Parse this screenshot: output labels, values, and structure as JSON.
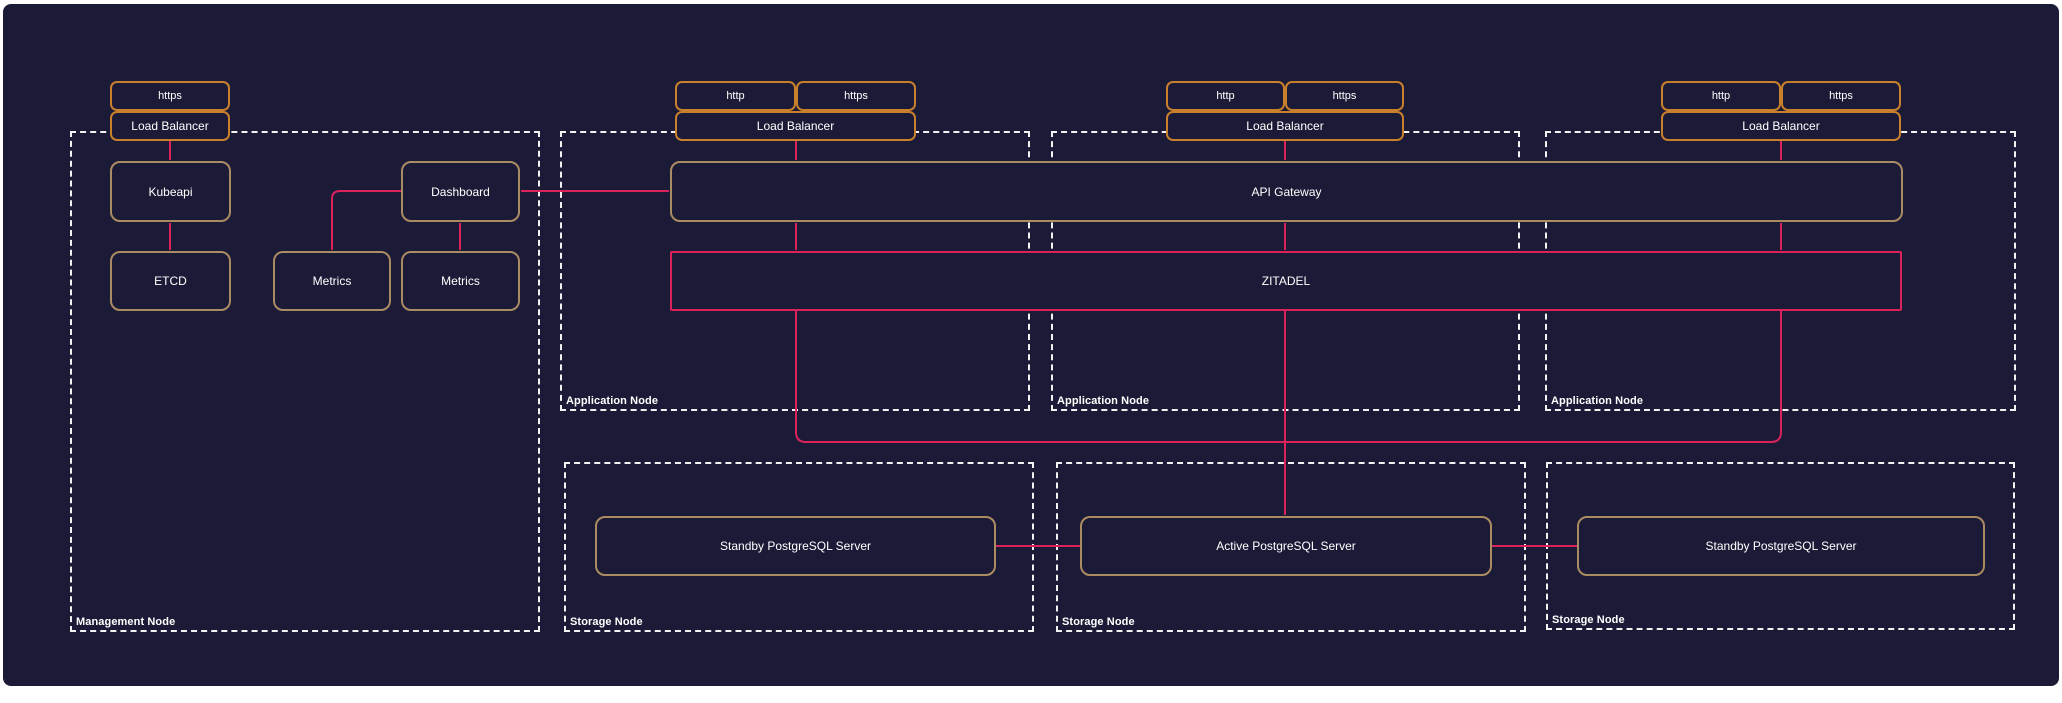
{
  "colors": {
    "background": "#1c1b37",
    "frame": "#ffffff",
    "lb_border_orange": "#c8802d",
    "component_border_tan": "#ab8b62",
    "zitadel_border_pink": "#d9235a",
    "wire_pink": "#d9235a",
    "node_dash_white": "#f2f2f2",
    "text_white": "#ffffff"
  },
  "management": {
    "label": "Management Node",
    "load_balancer": {
      "https": "https",
      "label": "Load Balancer"
    },
    "kubeapi": "Kubeapi",
    "etcd": "ETCD",
    "metrics_left": "Metrics",
    "metrics_right": "Metrics",
    "dashboard": "Dashboard"
  },
  "application_nodes": [
    {
      "label": "Application Node",
      "lb": {
        "http": "http",
        "https": "https",
        "label": "Load Balancer"
      }
    },
    {
      "label": "Application Node",
      "lb": {
        "http": "http",
        "https": "https",
        "label": "Load Balancer"
      }
    },
    {
      "label": "Application Node",
      "lb": {
        "http": "http",
        "https": "https",
        "label": "Load Balancer"
      }
    }
  ],
  "shared": {
    "api_gateway": "API Gateway",
    "zitadel": "ZITADEL"
  },
  "storage_nodes": [
    {
      "label": "Storage Node",
      "server": "Standby PostgreSQL Server"
    },
    {
      "label": "Storage Node",
      "server": "Active PostgreSQL Server"
    },
    {
      "label": "Storage Node",
      "server": "Standby PostgreSQL Server"
    }
  ]
}
